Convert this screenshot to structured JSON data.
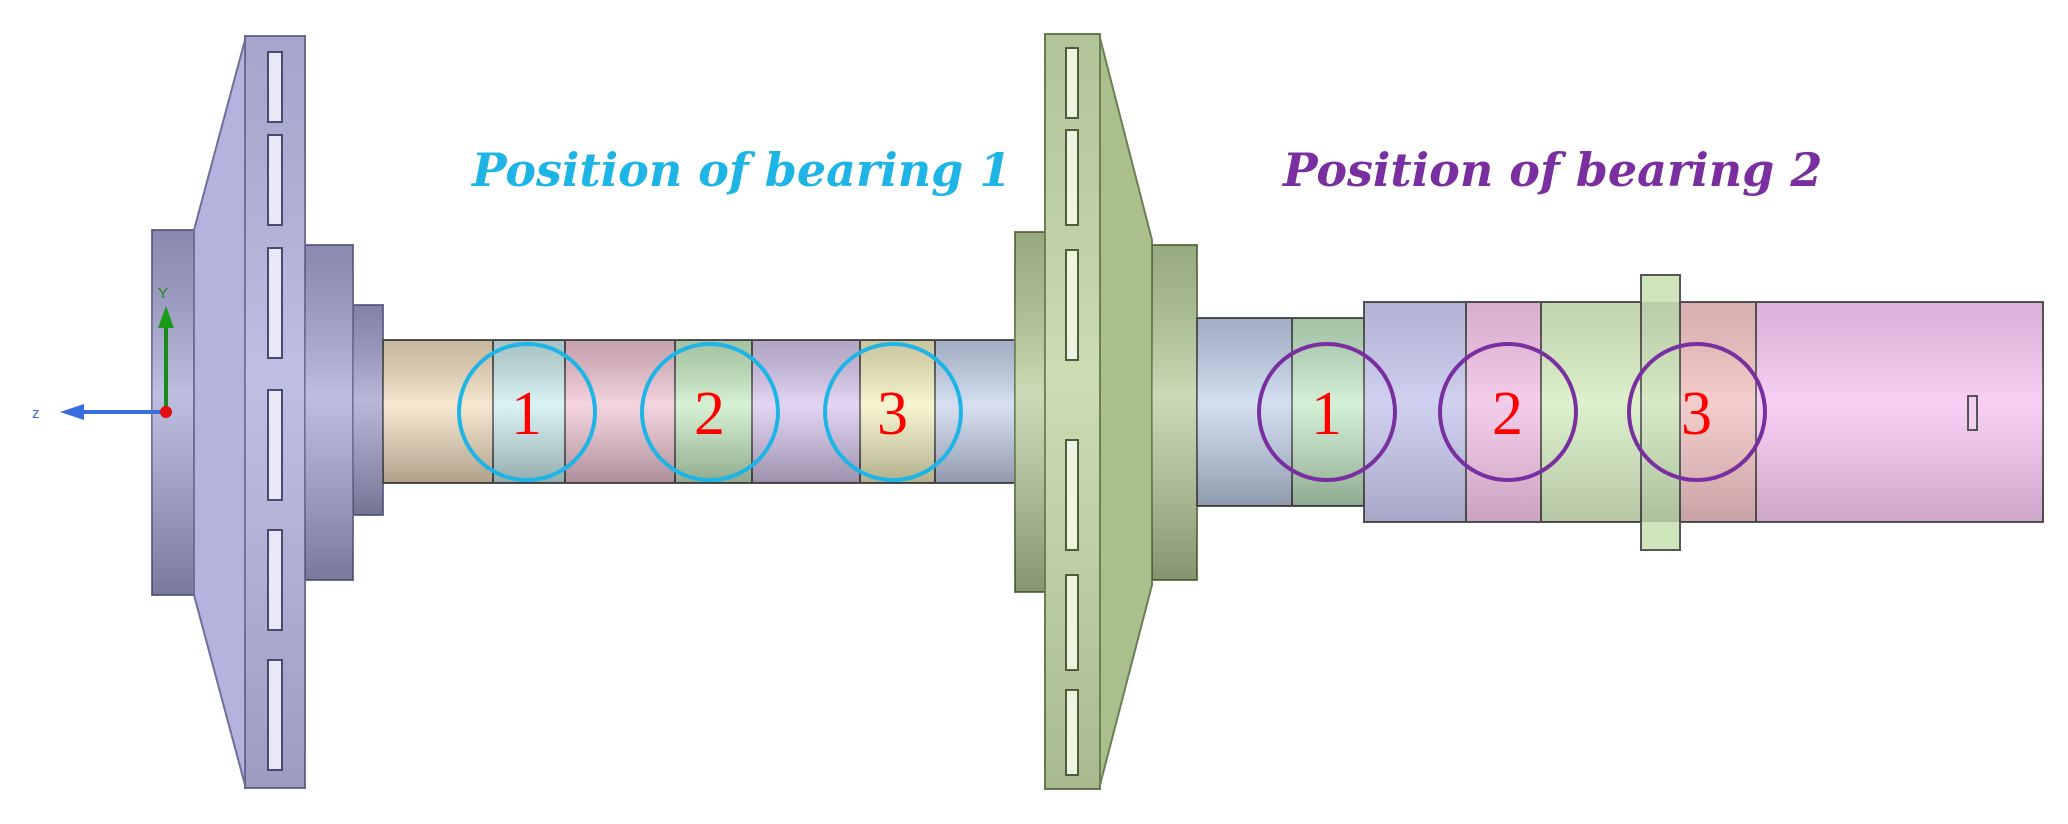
{
  "labels": {
    "bearing1_title": "Position of bearing 1",
    "bearing2_title": "Position of bearing 2"
  },
  "bearing1_markers": [
    "1",
    "2",
    "3"
  ],
  "bearing2_markers": [
    "1",
    "2",
    "3"
  ],
  "axis": {
    "y_label": "Y",
    "z_label": "z"
  },
  "colors": {
    "bearing1": "#1eb4e6",
    "bearing2": "#7a2fa0",
    "marker_text": "#ff0000",
    "left_disc": "#a8a8d6",
    "right_disc": "#bdd2a2"
  }
}
